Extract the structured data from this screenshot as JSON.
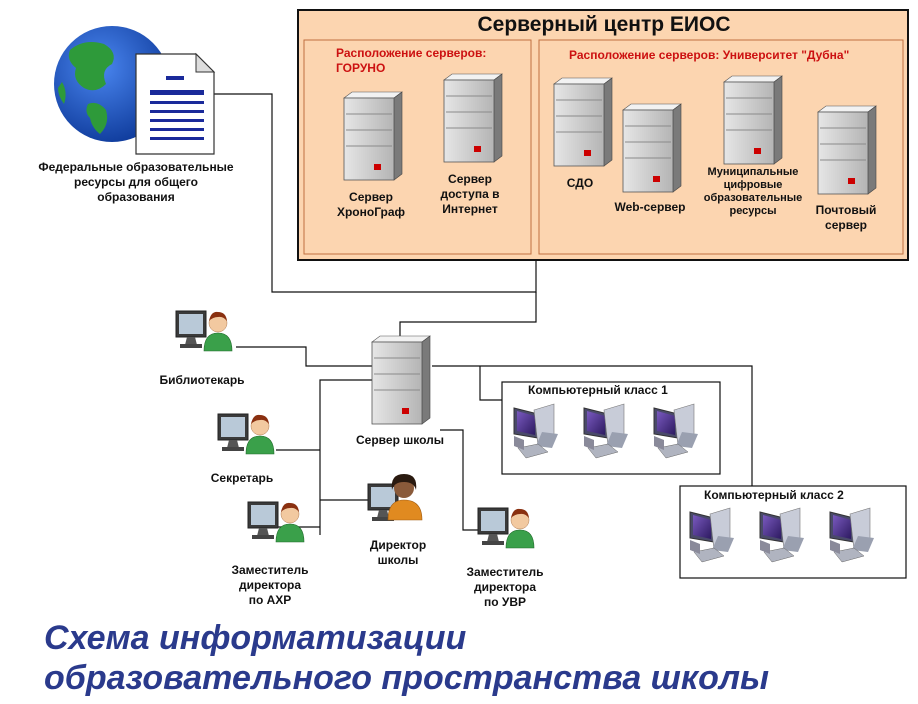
{
  "center": {
    "title": "Серверный центр ЕИОС",
    "left_panel": {
      "title_line1": "Расположение серверов:",
      "title_line2": "ГОРУНО"
    },
    "right_panel": {
      "title": "Расположение серверов: Университет \"Дубна\""
    }
  },
  "servers": {
    "chronograph": [
      "Сервер",
      "ХроноГраф"
    ],
    "internet": [
      "Сервер",
      "доступа в",
      "Интернет"
    ],
    "sdo": [
      "СДО"
    ],
    "web": [
      "Web-сервер"
    ],
    "municipal": [
      "Муниципальные",
      "цифровые",
      "образовательные",
      "ресурсы"
    ],
    "mail": [
      "Почтовый",
      "сервер"
    ],
    "school": [
      "Сервер школы"
    ]
  },
  "federal": {
    "label": [
      "Федеральные образовательные",
      "ресурсы для общего",
      "образования"
    ]
  },
  "users": {
    "librarian": [
      "Библиотекарь"
    ],
    "secretary": [
      "Секретарь"
    ],
    "deputy_ahr": [
      "Заместитель",
      "директора",
      "по АХР"
    ],
    "director": [
      "Директор",
      "школы"
    ],
    "deputy_uvr": [
      "Заместитель",
      "директора",
      "по УВР"
    ]
  },
  "classes": {
    "class1": "Компьютерный класс 1",
    "class2": "Компьютерный класс 2"
  },
  "caption": {
    "line1": "Схема информатизации",
    "line2": "образовательного пространства школы"
  },
  "colors": {
    "center_fill": "#fcd5b0",
    "center_border": "#111111",
    "panel_title": "#cc1111",
    "caption": "#2a3a8c",
    "globe_ocean": "#1c54c0",
    "land": "#2e9a3a",
    "server_body": "#c8c8c8",
    "server_led": "#cc0000",
    "monitor_screen": "#5a3a9a",
    "person_shirt": "#3aa04a",
    "director_shirt": "#e08a20"
  },
  "icons": {
    "globe": "globe-icon",
    "document": "document-icon",
    "server": "server-icon",
    "user": "user-workstation-icon",
    "classroom_pc": "classroom-pc-icon"
  }
}
